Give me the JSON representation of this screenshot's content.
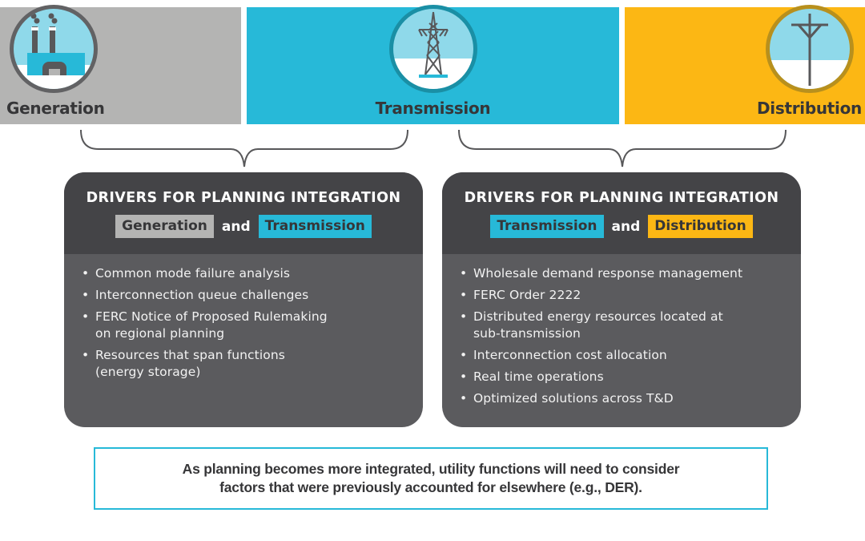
{
  "colors": {
    "generation": "#b4b4b3",
    "transmission": "#27b9d8",
    "distribution": "#fcb714",
    "card_header": "#444447",
    "card_body": "#5b5b5e",
    "text_dark": "#363638"
  },
  "header": {
    "bands": [
      {
        "label": "Generation",
        "icon": "power-plant-icon"
      },
      {
        "label": "Transmission",
        "icon": "transmission-tower-icon"
      },
      {
        "label": "Distribution",
        "icon": "utility-pole-icon"
      }
    ]
  },
  "cards": [
    {
      "title": "DRIVERS FOR PLANNING INTEGRATION",
      "tag_a": "Generation",
      "connector": "and",
      "tag_b": "Transmission",
      "items": [
        "Common mode failure analysis",
        "Interconnection queue challenges",
        "FERC Notice of Proposed Rulemaking\non regional planning",
        "Resources that span functions\n(energy storage)"
      ]
    },
    {
      "title": "DRIVERS FOR PLANNING INTEGRATION",
      "tag_a": "Transmission",
      "connector": "and",
      "tag_b": "Distribution",
      "items": [
        "Wholesale demand response management",
        "FERC Order 2222",
        "Distributed energy resources located at\nsub-transmission",
        "Interconnection cost allocation",
        "Real time operations",
        "Optimized solutions across T&D"
      ]
    }
  ],
  "footer_note": "As planning becomes more integrated, utility functions will need to consider\nfactors that were previously accounted for elsewhere (e.g., DER).",
  "bullet_glyph": "•"
}
